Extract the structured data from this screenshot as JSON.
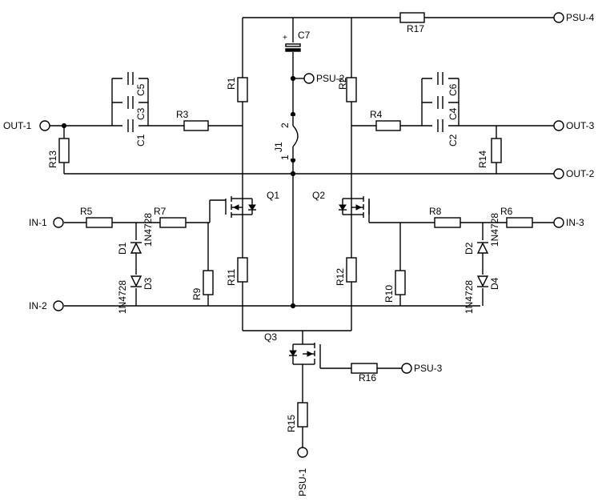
{
  "ports": {
    "out1": "OUT-1",
    "out2": "OUT-2",
    "out3": "OUT-3",
    "in1": "IN-1",
    "in2": "IN-2",
    "in3": "IN-3",
    "psu1": "PSU-1",
    "psu2": "PSU-2",
    "psu3": "PSU-3",
    "psu4": "PSU-4"
  },
  "components": {
    "r1": "R1",
    "r2": "R2",
    "r3": "R3",
    "r4": "R4",
    "r5": "R5",
    "r6": "R6",
    "r7": "R7",
    "r8": "R8",
    "r9": "R9",
    "r10": "R10",
    "r11": "R11",
    "r12": "R12",
    "r13": "R13",
    "r14": "R14",
    "r15": "R15",
    "r16": "R16",
    "r17": "R17",
    "c1": "C1",
    "c2": "C2",
    "c3": "C3",
    "c4": "C4",
    "c5": "C5",
    "c6": "C6",
    "c7": "C7",
    "q1": "Q1",
    "q2": "Q2",
    "q3": "Q3",
    "d1": "D1",
    "d2": "D2",
    "d3": "D3",
    "d4": "D4",
    "d1_part": "1N4728",
    "d2_part": "1N4728",
    "d3_part": "1N4728",
    "d4_part": "1N4728",
    "j1": "J1",
    "j1_pin1": "1",
    "j1_pin2": "2",
    "c7_plus": "+"
  }
}
